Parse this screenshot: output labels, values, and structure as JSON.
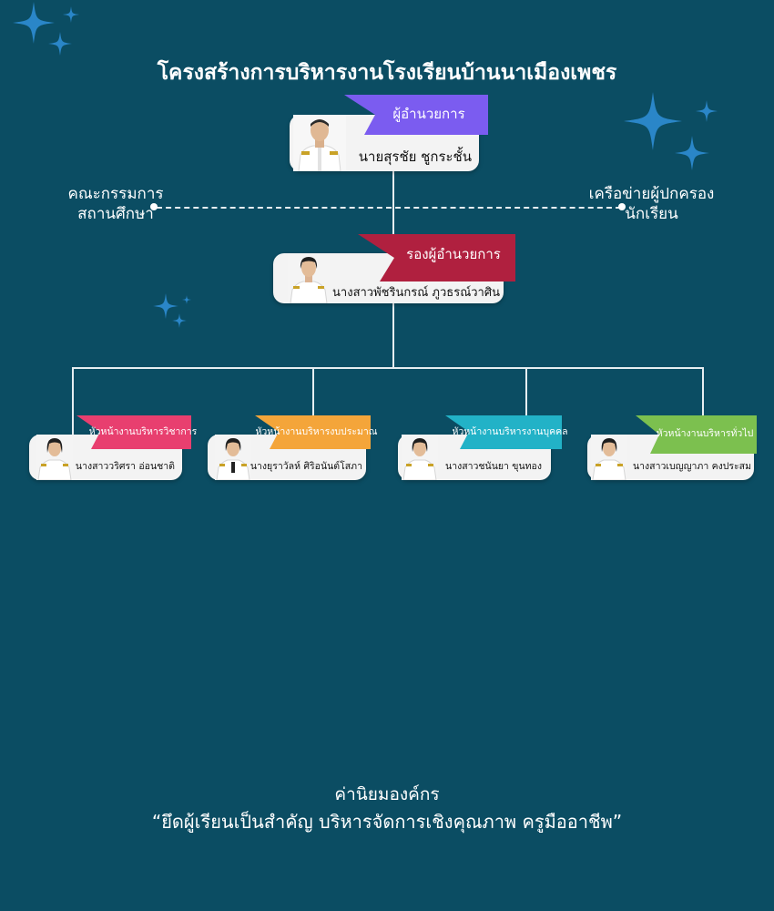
{
  "title": "โครงสร้างการบริหารงานโรงเรียนบ้านนาเมืองเพชร",
  "director": {
    "role": "ผู้อำนวยการ",
    "name": "นายสุรชัย ชูกระชั้น"
  },
  "left_label": {
    "line1": "คณะกรรมการ",
    "line2": "สถานศึกษา"
  },
  "right_label": {
    "line1": "เครือข่ายผู้ปกครอง",
    "line2": "นักเรียน"
  },
  "deputy": {
    "role": "รองผู้อำนวยการ",
    "name": "นางสาวพัชรินกรณ์ ภูวธรณ์วาศิน"
  },
  "heads": [
    {
      "role_line1": "หัวหน้างานบริหาร",
      "role_line2": "วิชาการ",
      "name": "นางสาววริศรา อ่อนชาติ",
      "color": "#e83f6f"
    },
    {
      "role_line1": "หัวหน้างานบริหาร",
      "role_line2": "งบประมาณ",
      "name": "นางยุราวัลห์ ศิริอนันต์โสภา",
      "color": "#f4a53a"
    },
    {
      "role_line1": "หัวหน้างานบริหาร",
      "role_line2": "งานบุคคล",
      "name": "นางสาวชนันยา ขุนทอง",
      "color": "#22b2c7"
    },
    {
      "role_line1": "หัวหน้างานบริหาร",
      "role_line2": "ทั่วไป",
      "name": "นางสาวเบญญาภา คงประสม",
      "color": "#7cc04f"
    }
  ],
  "values": {
    "heading": "ค่านิยมองค์กร",
    "motto": "“ยึดผู้เรียนเป็นสำคัญ บริหารจัดการเชิงคุณภาพ ครูมืออาชีพ”"
  },
  "colors": {
    "background": "#0b4d63",
    "director_ribbon": "#7b5cf0",
    "deputy_ribbon": "#b0203f",
    "sparkle": "#2a86c8"
  }
}
